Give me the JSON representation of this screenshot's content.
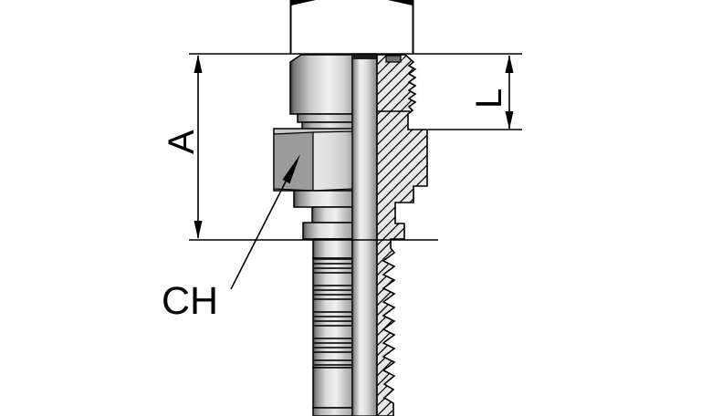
{
  "drawing": {
    "labels": {
      "height_a": "A",
      "thread_length_l": "L",
      "hex_wrench_ch": "CH"
    },
    "colors": {
      "line": "#000000",
      "background": "#ffffff",
      "hatch_fill": "#e9e9e9",
      "hex_left_facet": "#9b9b9b",
      "notch_dark": "#6f6f6f",
      "metal_highlight": "#f1f1f1",
      "metal_shadow": "#2f2f2f"
    }
  }
}
